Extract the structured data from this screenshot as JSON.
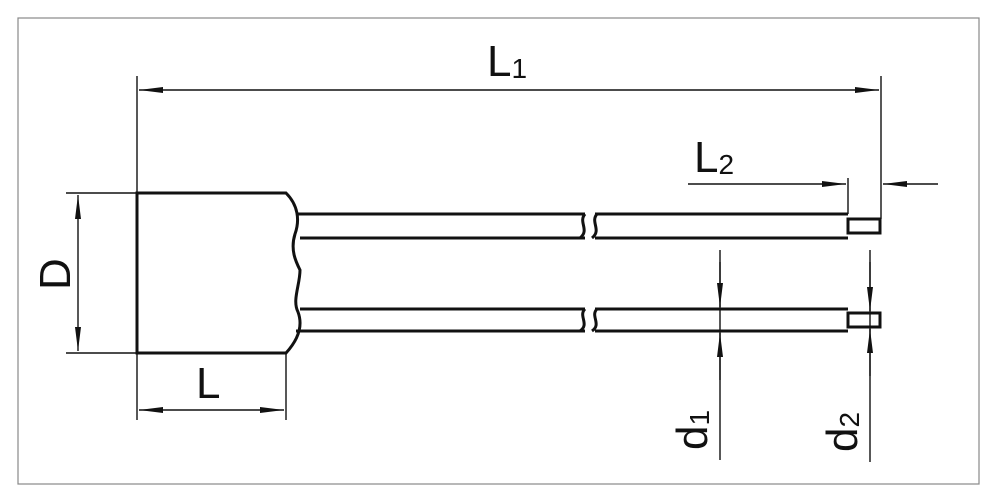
{
  "diagram": {
    "labels": {
      "L1": {
        "main": "L",
        "sub": "1"
      },
      "L2": {
        "main": "L",
        "sub": "2"
      },
      "D": {
        "main": "D"
      },
      "L": {
        "main": "L"
      },
      "d1": {
        "main": "d",
        "sub": "1"
      },
      "d2": {
        "main": "d",
        "sub": "2"
      }
    },
    "colors": {
      "line": "#111111",
      "frame": "#888888",
      "background": "#ffffff"
    }
  }
}
